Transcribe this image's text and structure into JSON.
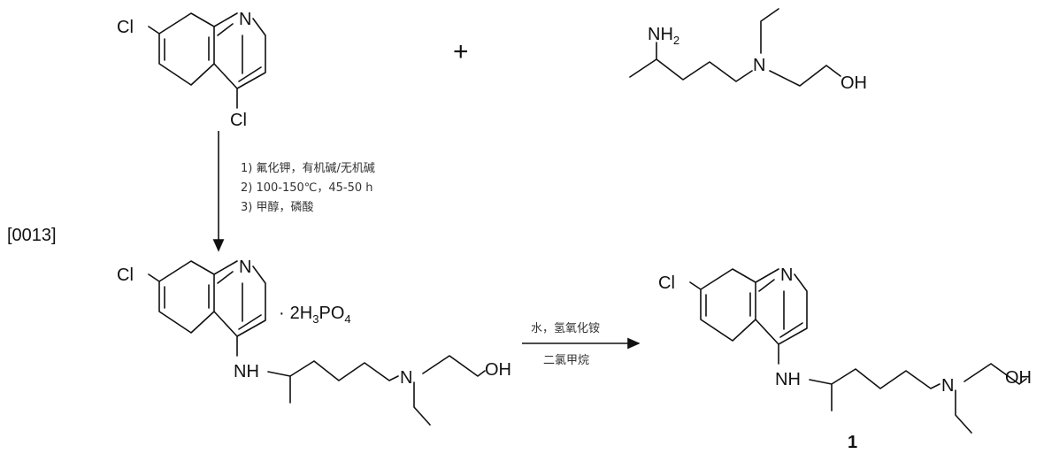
{
  "paragraph_number": "[0013]",
  "plus_sign": "+",
  "start_quinoline": {
    "cl7": "Cl",
    "n1": "N",
    "cl4": "Cl"
  },
  "side_chain_amine": {
    "amino": "NH",
    "amino_sub": "2",
    "n_amine": "N",
    "hydroxyl": "OH"
  },
  "step1_conditions": [
    "1) 氟化钾，有机碱/无机碱",
    "2) 100-150℃，45-50 h",
    "3) 甲醇，磷酸"
  ],
  "intermediate_salt": {
    "cl": "Cl",
    "n1": "N",
    "nh": "NH",
    "n_amine": "N",
    "hydroxyl": "OH",
    "salt": {
      "dot": "·",
      "prefix": "2H",
      "sub1": "3",
      "mid": "PO",
      "sub2": "4"
    }
  },
  "step2_conditions": {
    "above": "水，氢氧化铵",
    "below": "二氯甲烷"
  },
  "product": {
    "cl": "Cl",
    "n1": "N",
    "nh": "NH",
    "n_amine": "N",
    "hydroxyl": "OH",
    "compound_number": "1"
  }
}
